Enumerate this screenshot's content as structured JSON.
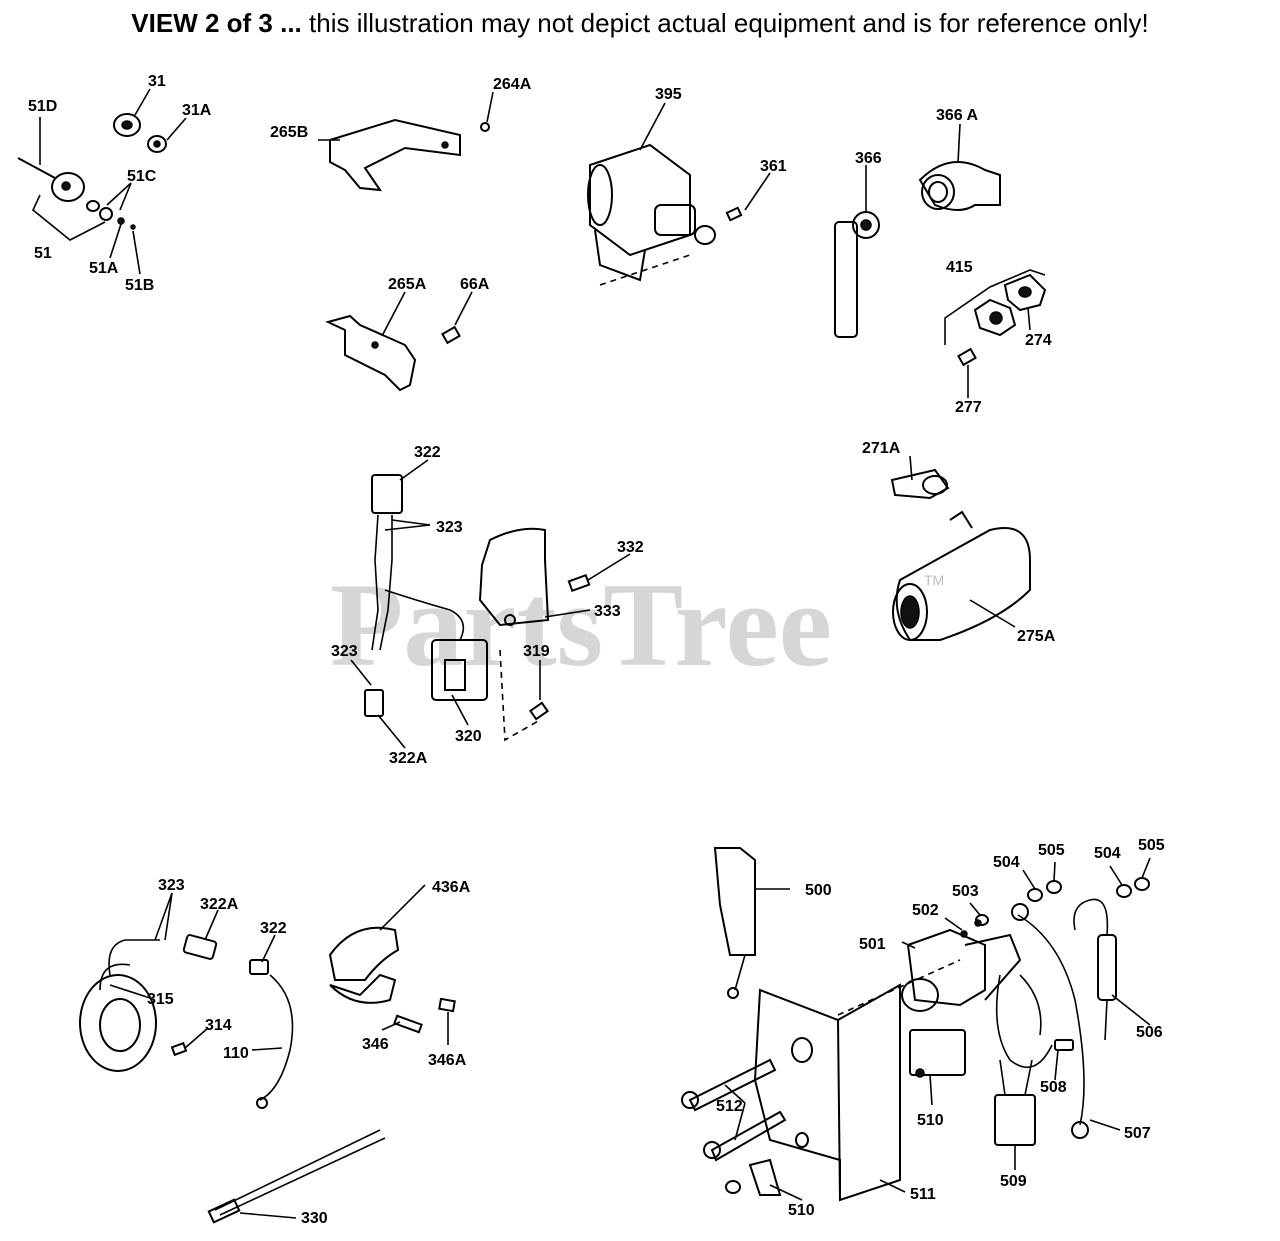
{
  "header": {
    "view_label": "VIEW 2 of 3 ...",
    "disclaimer": " this illustration may not depict actual equipment and is for reference only!"
  },
  "watermark": {
    "text": "PartsTree",
    "tm": "TM"
  },
  "callouts": [
    {
      "id": "51D",
      "label": "51D"
    },
    {
      "id": "31",
      "label": "31"
    },
    {
      "id": "31A",
      "label": "31A"
    },
    {
      "id": "51C",
      "label": "51C"
    },
    {
      "id": "51",
      "label": "51"
    },
    {
      "id": "51A",
      "label": "51A"
    },
    {
      "id": "51B",
      "label": "51B"
    },
    {
      "id": "264A",
      "label": "264A"
    },
    {
      "id": "265B",
      "label": "265B"
    },
    {
      "id": "265A",
      "label": "265A"
    },
    {
      "id": "66A",
      "label": "66A"
    },
    {
      "id": "395",
      "label": "395"
    },
    {
      "id": "361",
      "label": "361"
    },
    {
      "id": "366",
      "label": "366"
    },
    {
      "id": "366A",
      "label": "366 A"
    },
    {
      "id": "415",
      "label": "415"
    },
    {
      "id": "274",
      "label": "274"
    },
    {
      "id": "277",
      "label": "277"
    },
    {
      "id": "322",
      "label": "322"
    },
    {
      "id": "323a",
      "label": "323"
    },
    {
      "id": "332",
      "label": "332"
    },
    {
      "id": "333",
      "label": "333"
    },
    {
      "id": "323b",
      "label": "323"
    },
    {
      "id": "319",
      "label": "319"
    },
    {
      "id": "320",
      "label": "320"
    },
    {
      "id": "322Aa",
      "label": "322A"
    },
    {
      "id": "271A",
      "label": "271A"
    },
    {
      "id": "275A",
      "label": "275A"
    },
    {
      "id": "323c",
      "label": "323"
    },
    {
      "id": "322Ab",
      "label": "322A"
    },
    {
      "id": "322b",
      "label": "322"
    },
    {
      "id": "315",
      "label": "315"
    },
    {
      "id": "314",
      "label": "314"
    },
    {
      "id": "110",
      "label": "110"
    },
    {
      "id": "436A",
      "label": "436A"
    },
    {
      "id": "346",
      "label": "346"
    },
    {
      "id": "346A",
      "label": "346A"
    },
    {
      "id": "330",
      "label": "330"
    },
    {
      "id": "500",
      "label": "500"
    },
    {
      "id": "504a",
      "label": "504"
    },
    {
      "id": "505a",
      "label": "505"
    },
    {
      "id": "504b",
      "label": "504"
    },
    {
      "id": "505b",
      "label": "505"
    },
    {
      "id": "503",
      "label": "503"
    },
    {
      "id": "502",
      "label": "502"
    },
    {
      "id": "501",
      "label": "501"
    },
    {
      "id": "506",
      "label": "506"
    },
    {
      "id": "508",
      "label": "508"
    },
    {
      "id": "510a",
      "label": "510"
    },
    {
      "id": "512",
      "label": "512"
    },
    {
      "id": "507",
      "label": "507"
    },
    {
      "id": "509",
      "label": "509"
    },
    {
      "id": "510b",
      "label": "510"
    },
    {
      "id": "511",
      "label": "511"
    }
  ]
}
